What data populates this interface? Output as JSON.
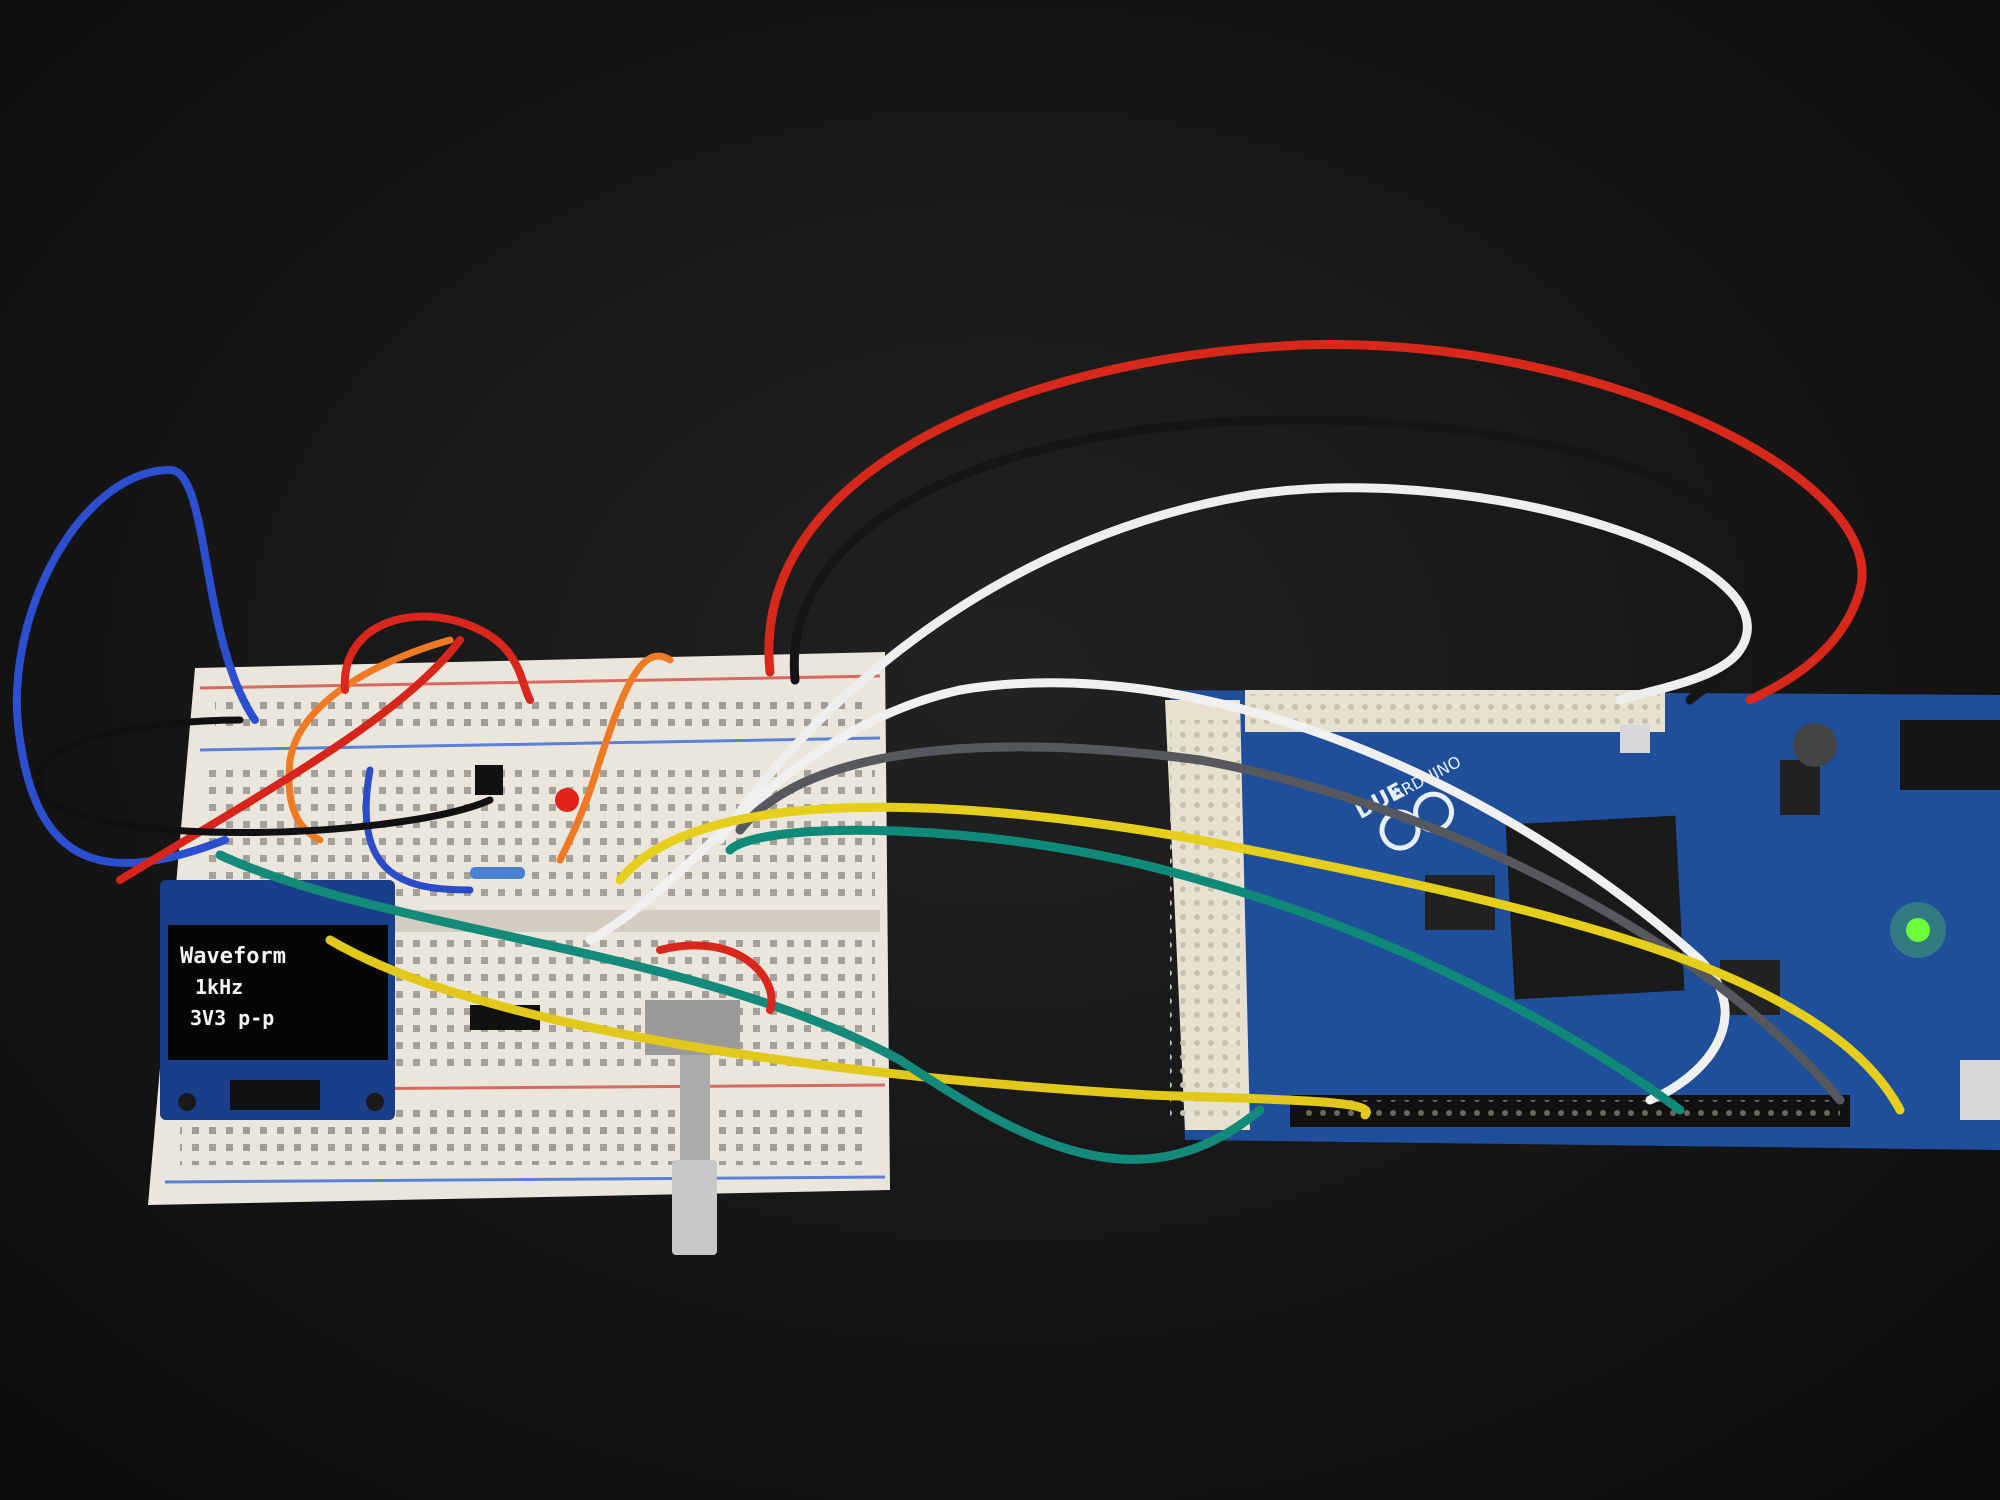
{
  "photo": {
    "board_brand_text": "ARDUINO",
    "board_model_text": "DUE",
    "oled_lines": [
      "Waveform",
      "1kHz",
      "3V3 p-p"
    ],
    "colors": {
      "background": "#141414",
      "breadboard": "#ebe6dc",
      "board_blue": "#1f4f9a",
      "oled_text": "#f4f4f4",
      "led_green": "#6cff3a",
      "led_red": "#e02418"
    }
  },
  "wires": [
    {
      "name": "red-power-wire",
      "color": "#d8281c"
    },
    {
      "name": "black-ground-wire",
      "color": "#151515"
    },
    {
      "name": "white-signal-wire",
      "color": "#eeeeee"
    },
    {
      "name": "white-signal-wire-2",
      "color": "#f0f0f0"
    },
    {
      "name": "gray-signal-wire",
      "color": "#55585c"
    },
    {
      "name": "yellow-signal-wire",
      "color": "#e6cf1c"
    },
    {
      "name": "yellow-signal-wire-2",
      "color": "#e2c81a"
    },
    {
      "name": "teal-signal-wire",
      "color": "#0f8a78"
    },
    {
      "name": "teal-signal-wire-2",
      "color": "#138a7a"
    },
    {
      "name": "blue-loop-wire",
      "color": "#2c4fd0"
    },
    {
      "name": "blue-jumper-wire",
      "color": "#2a4cc9"
    },
    {
      "name": "orange-jumper-wire",
      "color": "#f07a22"
    },
    {
      "name": "orange-jumper-wire-2",
      "color": "#ee7a24"
    },
    {
      "name": "red-jumper-wire",
      "color": "#d9271d"
    },
    {
      "name": "red-jumper-wire-2",
      "color": "#d8251b"
    },
    {
      "name": "black-jumper-wire",
      "color": "#111111"
    }
  ]
}
